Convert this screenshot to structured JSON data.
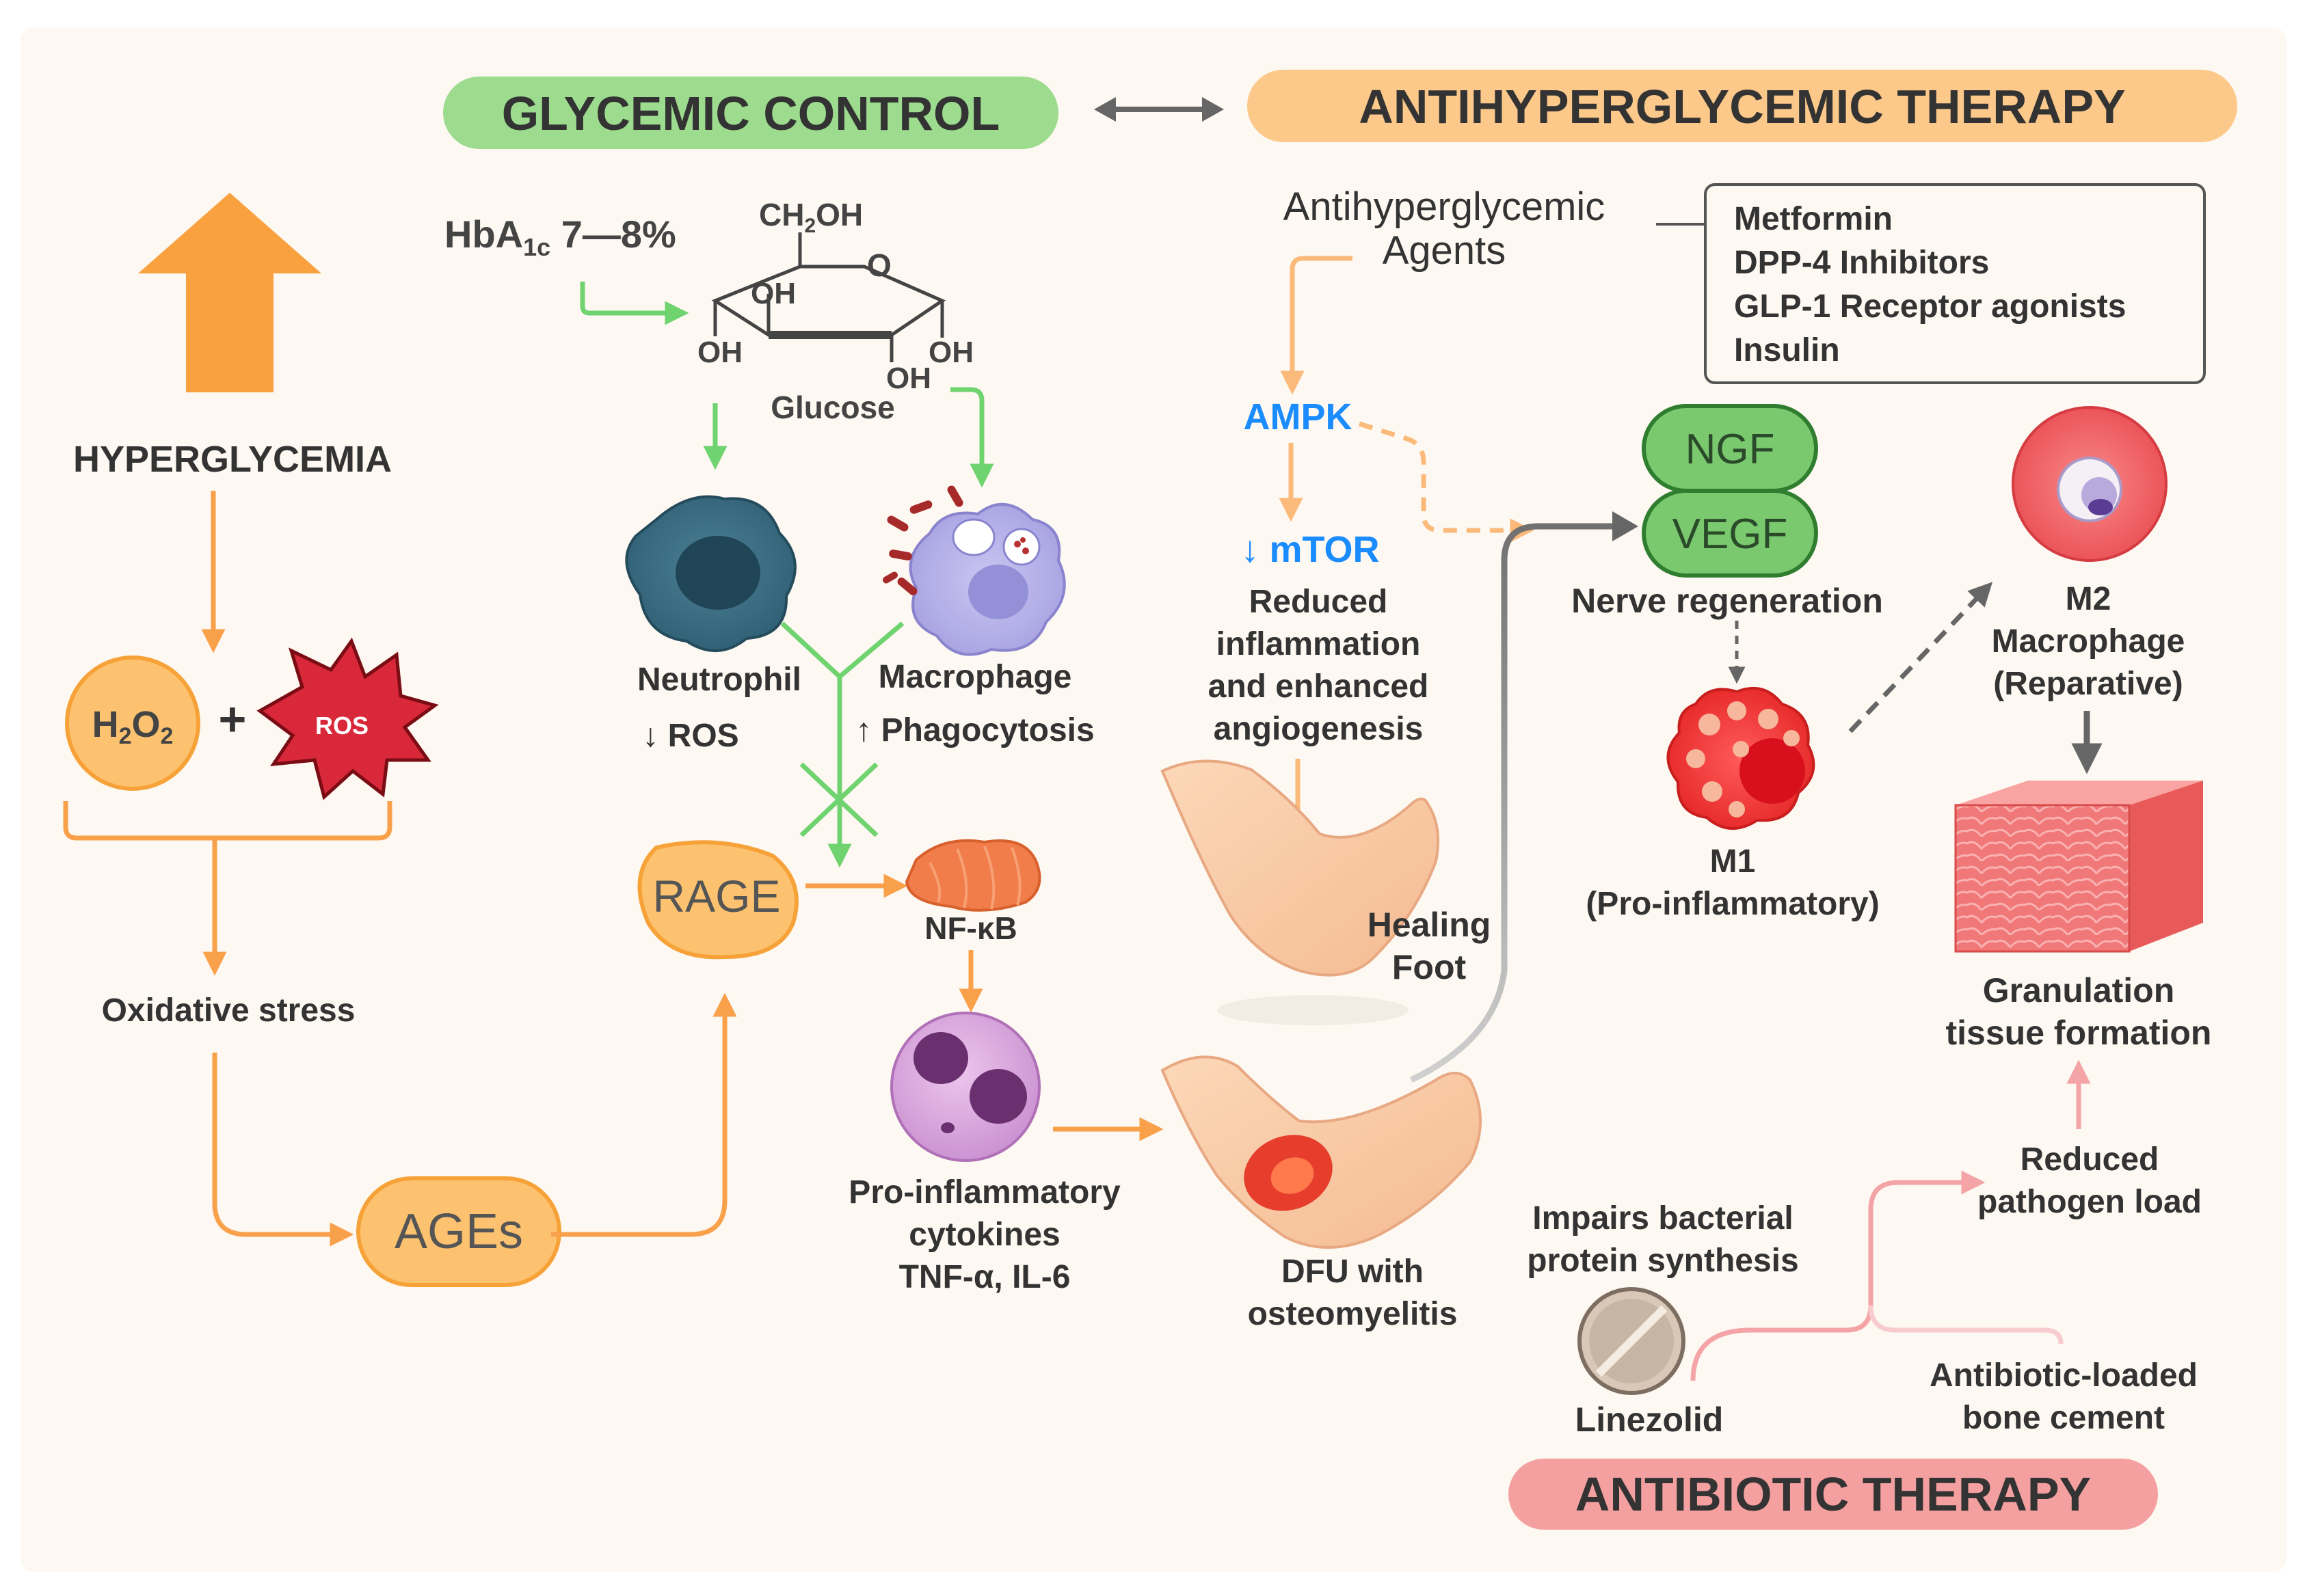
{
  "headers": {
    "glycemic_control": "GLYCEMIC CONTROL",
    "antihyperglycemic_therapy": "ANTIHYPERGLYCEMIC THERAPY",
    "antibiotic_therapy": "ANTIBIOTIC THERAPY"
  },
  "left": {
    "hyperglycemia": "HYPERGLYCEMIA",
    "h2o2": {
      "h": "H",
      "sub1": "2",
      "o": "O",
      "sub2": "2"
    },
    "plus": "+",
    "ros": "ROS",
    "oxidative_stress": "Oxidative stress",
    "ages": "AGEs"
  },
  "glucose": {
    "hba1c": {
      "main": "HbA",
      "sub": "1c",
      "range": " 7—8%"
    },
    "ch2oh": {
      "ch": "CH",
      "sub": "2",
      "oh": "OH"
    },
    "ring_o": "O",
    "oh_top": "OH",
    "oh_left": "OH",
    "oh_mid": "OH",
    "oh_right": "OH",
    "name": "Glucose"
  },
  "cells": {
    "neutrophil": "Neutrophil",
    "neutrophil_effect": "↓ ROS",
    "macrophage": "Macrophage",
    "macrophage_effect": "↑ Phagocytosis",
    "rage": "RAGE",
    "nfkb": "NF-κB",
    "cytokines": [
      "Pro-inflammatory",
      "cytokines",
      "TNF-α, IL-6"
    ]
  },
  "therapy": {
    "agents": [
      "Antihyperglycemic",
      "Agents"
    ],
    "drugs": [
      "Metformin",
      "DPP-4 Inhibitors",
      "GLP-1 Receptor agonists",
      "Insulin"
    ],
    "ampk": "AMPK",
    "mtor": "↓ mTOR",
    "effect": [
      "Reduced",
      "inflammation",
      "and enhanced",
      "angiogenesis"
    ],
    "healing_foot": [
      "Healing",
      "Foot"
    ],
    "dfu": [
      "DFU with",
      "osteomyelitis"
    ]
  },
  "regeneration": {
    "ngf": "NGF",
    "vegf": "VEGF",
    "nerve": "Nerve regeneration",
    "m1": [
      "M1",
      "(Pro-inflammatory)"
    ],
    "m2": [
      "M2",
      "Macrophage",
      "(Reparative)"
    ],
    "granulation": [
      "Granulation",
      "tissue formation"
    ]
  },
  "antibiotic": {
    "impairs": [
      "Impairs bacterial",
      "protein synthesis"
    ],
    "reduced_pathogen": [
      "Reduced",
      "pathogen load"
    ],
    "linezolid": "Linezolid",
    "cement": [
      "Antibiotic-loaded",
      "bone cement"
    ]
  },
  "colors": {
    "green_header": "#9ddc8f",
    "orange_header": "#fcc98a",
    "pink_header": "#f5a0a0",
    "orange_arrow": "#f9a04b",
    "green_arrow": "#6fd36f",
    "blue_text": "#1a8cff",
    "pink_arrow": "#f4a3a7"
  }
}
